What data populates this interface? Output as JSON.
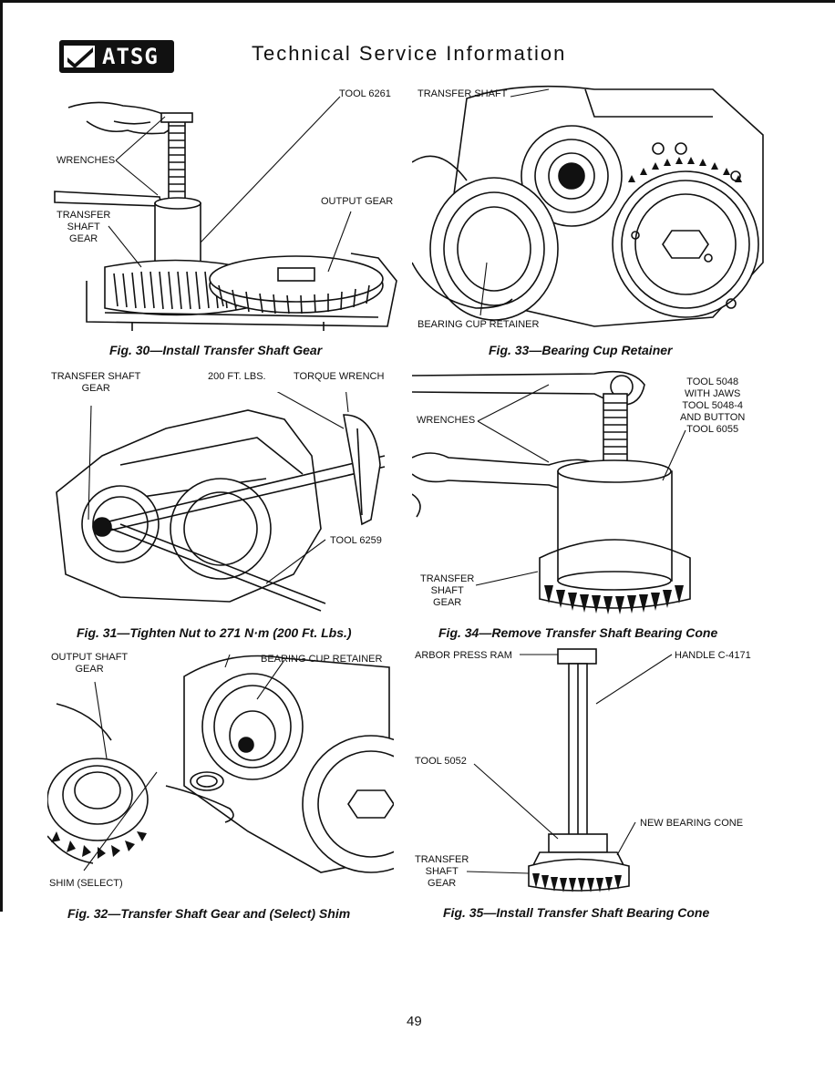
{
  "header": {
    "logo_text": "ATSG",
    "title": "Technical Service Information"
  },
  "figures": {
    "fig30": {
      "caption": "Fig. 30—Install Transfer Shaft Gear",
      "labels": {
        "tool": "TOOL 6261",
        "wrenches": "WRENCHES",
        "output_gear": "OUTPUT GEAR",
        "transfer_shaft_gear": "TRANSFER\nSHAFT\nGEAR"
      }
    },
    "fig31": {
      "caption": "Fig. 31—Tighten Nut to 271 N·m (200 Ft. Lbs.)",
      "labels": {
        "transfer_shaft_gear": "TRANSFER SHAFT\nGEAR",
        "torque_value": "200 FT. LBS.",
        "torque_wrench": "TORQUE WRENCH",
        "tool": "TOOL 6259"
      }
    },
    "fig32": {
      "caption": "Fig. 32—Transfer Shaft Gear and (Select) Shim",
      "labels": {
        "output_shaft_gear": "OUTPUT SHAFT\nGEAR",
        "bearing_cup_retainer": "BEARING CUP RETAINER",
        "shim": "SHIM (SELECT)"
      }
    },
    "fig33": {
      "caption": "Fig. 33—Bearing Cup Retainer",
      "labels": {
        "transfer_shaft": "TRANSFER SHAFT",
        "bearing_cup_retainer": "BEARING CUP RETAINER"
      }
    },
    "fig34": {
      "caption": "Fig. 34—Remove Transfer Shaft Bearing Cone",
      "labels": {
        "tool": "TOOL 5048\nWITH JAWS\nTOOL 5048-4\nAND BUTTON\nTOOL 6055",
        "wrenches": "WRENCHES",
        "transfer_shaft_gear": "TRANSFER\nSHAFT\nGEAR"
      }
    },
    "fig35": {
      "caption": "Fig. 35—Install Transfer Shaft Bearing Cone",
      "labels": {
        "arbor_press_ram": "ARBOR PRESS RAM",
        "handle": "HANDLE C-4171",
        "tool": "TOOL 5052",
        "new_bearing_cone": "NEW BEARING CONE",
        "transfer_shaft_gear": "TRANSFER\nSHAFT\nGEAR"
      }
    }
  },
  "page_number": "49"
}
